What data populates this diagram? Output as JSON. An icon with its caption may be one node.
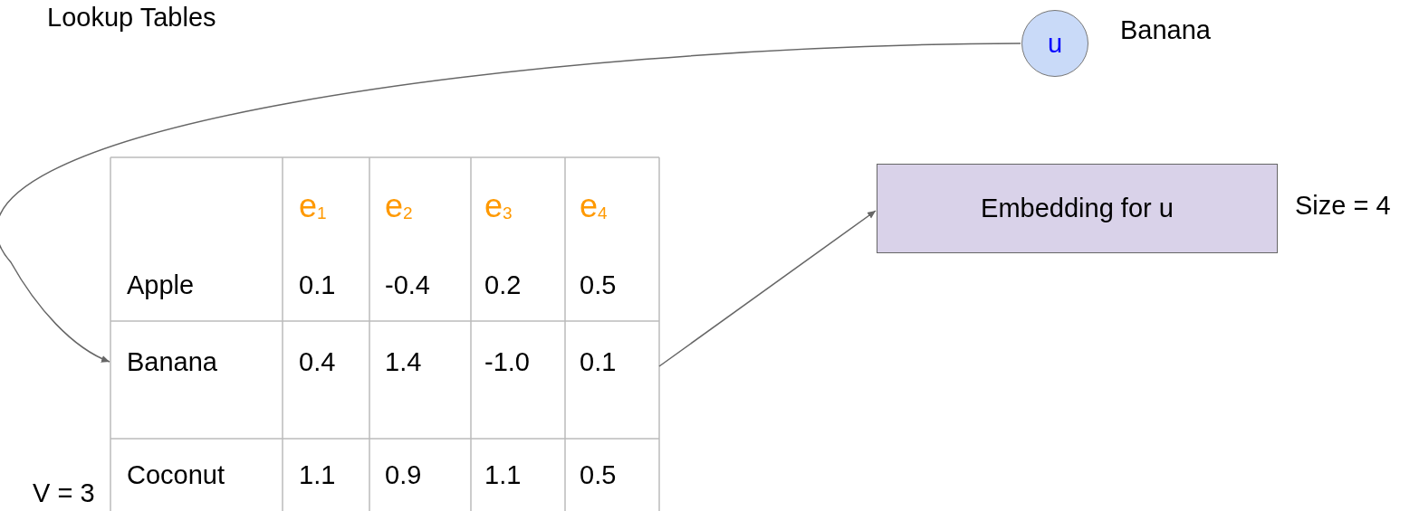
{
  "diagram": {
    "title": "Lookup Tables",
    "nodes": [
      {
        "text": [
          "u"
        ],
        "beside": [
          "Banana"
        ]
      },
      {
        "text": [
          "Banana",
          "0.4",
          "1.4",
          "-1.0",
          "0.1"
        ]
      },
      {
        "text": [
          "Embedding for u"
        ],
        "beside": [
          "Size = 4"
        ]
      }
    ],
    "edges": [
      {
        "from": 0,
        "to": 1,
        "arrow": "to"
      },
      {
        "from": 1,
        "to": 2,
        "arrow": "to"
      }
    ],
    "labels": [
      "e$_{1}$",
      "e$_{2}$",
      "e$_{3}$",
      "e$_{4}$",
      "Apple",
      "0.1",
      "-0.4",
      "0.2",
      "0.5",
      "Coconut",
      "1.1",
      "0.9",
      "1.1",
      "0.5",
      "V = 3"
    ]
  }
}
